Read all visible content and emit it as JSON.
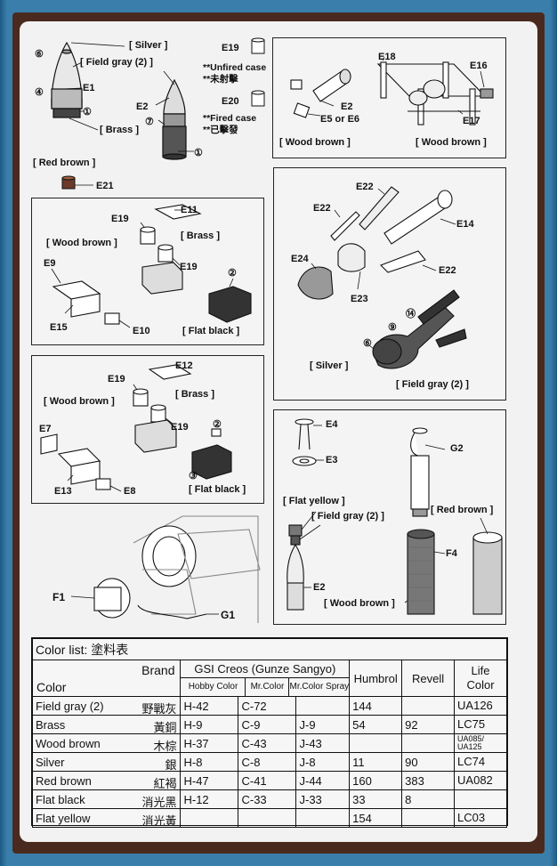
{
  "box_top_labels": {
    "silver": "[ Silver ]",
    "field_gray_2": "[ Field gray (2) ]",
    "brass": "[ Brass ]",
    "e1": "E1",
    "e2": "E2",
    "n4": "④",
    "n6": "⑥",
    "n1a": "①",
    "n7": "⑦",
    "n1b": "①",
    "e19": "E19",
    "unfired_en": "**Unfired case",
    "unfired_jp": "**未射擊",
    "e20": "E20",
    "fired_en": "**Fired case",
    "fired_jp": "**已擊發",
    "red_brown": "[ Red brown ]",
    "e21": "E21"
  },
  "panel_a": {
    "e18": "E18",
    "e16": "E16",
    "e2": "E2",
    "e5e6": "E5 or E6",
    "e17": "E17",
    "wood_brown_left": "[ Wood brown ]",
    "wood_brown_right": "[ Wood brown ]"
  },
  "panel_b": {
    "e11": "E11",
    "e19a": "E19",
    "brass": "[ Brass ]",
    "wood_brown": "[ Wood brown ]",
    "e19b": "E19",
    "e9": "E9",
    "n2": "②",
    "e15": "E15",
    "e10": "E10",
    "flat_black": "[ Flat black ]"
  },
  "panel_c": {
    "e22a": "E22",
    "e22b": "E22",
    "e14": "E14",
    "e24": "E24",
    "e22c": "E22",
    "e23": "E23",
    "n9": "⑨",
    "n14": "⑭",
    "n6": "⑥",
    "silver": "[ Silver ]",
    "field_gray_2": "[ Field gray (2) ]"
  },
  "panel_d": {
    "e12": "E12",
    "e19a": "E19",
    "brass": "[ Brass ]",
    "wood_brown": "[ Wood brown ]",
    "e19b": "E19",
    "e7": "E7",
    "n2": "②",
    "n3": "③",
    "e13": "E13",
    "e8": "E8",
    "flat_black": "[ Flat black ]"
  },
  "panel_e": {
    "e4": "E4",
    "e3": "E3",
    "g2": "G2",
    "flat_yellow": "[ Flat yellow ]",
    "field_gray_2": "[ Field gray (2) ]",
    "red_brown": "[ Red brown ]",
    "f4": "F4",
    "e2": "E2",
    "wood_brown": "[ Wood brown ]"
  },
  "bottom_left": {
    "f1": "F1",
    "g1": "G1"
  },
  "color_list": {
    "title": "Color list:  塗料表",
    "brand_label": "Brand",
    "color_label": "Color",
    "gsi_label": "GSI Creos (Gunze Sangyo)",
    "sub_headers": [
      "Hobby Color",
      "Mr.Color",
      "Mr.Color Spray"
    ],
    "humbrol": "Humbrol",
    "revell": "Revell",
    "life_color": "Life\nColor",
    "rows": [
      {
        "en": "Field gray (2)",
        "jp": "野戰灰",
        "hobby": "H-42",
        "mr": "C-72",
        "spray": "",
        "humbrol": "144",
        "revell": "",
        "life": "UA126"
      },
      {
        "en": "Brass",
        "jp": "黃銅",
        "hobby": "H-9",
        "mr": "C-9",
        "spray": "J-9",
        "humbrol": "54",
        "revell": "92",
        "life": "LC75"
      },
      {
        "en": "Wood brown",
        "jp": "木棕",
        "hobby": "H-37",
        "mr": "C-43",
        "spray": "J-43",
        "humbrol": "",
        "revell": "",
        "life": "UA085/\nUA125"
      },
      {
        "en": "Silver",
        "jp": "銀",
        "hobby": "H-8",
        "mr": "C-8",
        "spray": "J-8",
        "humbrol": "11",
        "revell": "90",
        "life": "LC74"
      },
      {
        "en": "Red brown",
        "jp": "紅褐",
        "hobby": "H-47",
        "mr": "C-41",
        "spray": "J-44",
        "humbrol": "160",
        "revell": "383",
        "life": "UA082"
      },
      {
        "en": "Flat black",
        "jp": "消光黑",
        "hobby": "H-12",
        "mr": "C-33",
        "spray": "J-33",
        "humbrol": "33",
        "revell": "8",
        "life": ""
      },
      {
        "en": "Flat yellow",
        "jp": "消光黃",
        "hobby": "",
        "mr": "",
        "spray": "",
        "humbrol": "154",
        "revell": "",
        "life": "LC03"
      }
    ]
  }
}
